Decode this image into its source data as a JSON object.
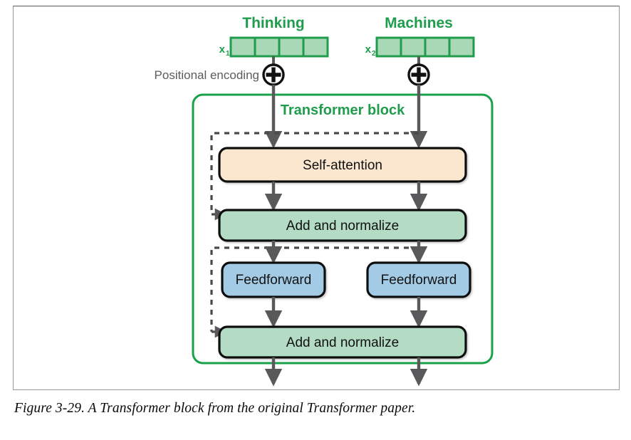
{
  "figure": {
    "caption": "Figure 3-29. A Transformer block from the original Transformer paper.",
    "frame_border_color": "#9a9a9a"
  },
  "colors": {
    "green_accent": "#1F9D4D",
    "embedding_fill": "#A8D8B6",
    "embedding_stroke": "#1F9D4D",
    "selfattn_fill": "#FBE7D0",
    "addnorm_fill": "#B4DCC4",
    "feedforward_fill": "#A3CBE5",
    "box_stroke": "#111111",
    "arrow_color": "#59595B",
    "dashed_color": "#4a4a4a",
    "text_muted": "#5c5c5c"
  },
  "inputs": [
    {
      "word": "Thinking",
      "vector_label": "x",
      "vector_sub": "1",
      "cells": 4
    },
    {
      "word": "Machines",
      "vector_label": "x",
      "vector_sub": "2",
      "cells": 4
    }
  ],
  "positional_encoding": {
    "label": "Positional encoding",
    "operator_icon": "circled-plus-icon",
    "operator_glyph": "+"
  },
  "transformer_block": {
    "title": "Transformer block",
    "layers": [
      {
        "id": "self-attention",
        "label": "Self-attention",
        "fill": "#FBE7D0",
        "span": "full"
      },
      {
        "id": "add-and-normalize-1",
        "label": "Add and normalize",
        "fill": "#B4DCC4",
        "span": "full"
      },
      {
        "id": "feedforward-left",
        "label": "Feedforward",
        "fill": "#A3CBE5",
        "span": "half"
      },
      {
        "id": "feedforward-right",
        "label": "Feedforward",
        "fill": "#A3CBE5",
        "span": "half"
      },
      {
        "id": "add-and-normalize-2",
        "label": "Add and normalize",
        "fill": "#B4DCC4",
        "span": "full"
      }
    ],
    "residual_connections": [
      {
        "from": "block-input",
        "to": "add-and-normalize-1",
        "style": "dashed"
      },
      {
        "from": "add-and-normalize-1",
        "to": "add-and-normalize-2",
        "style": "dashed"
      }
    ]
  },
  "chart_data": {
    "type": "diagram",
    "title": "Transformer block",
    "nodes": [
      "Thinking",
      "Machines",
      "x1",
      "x2",
      "Positional encoding",
      "Self-attention",
      "Add and normalize",
      "Feedforward",
      "Feedforward",
      "Add and normalize"
    ]
  }
}
